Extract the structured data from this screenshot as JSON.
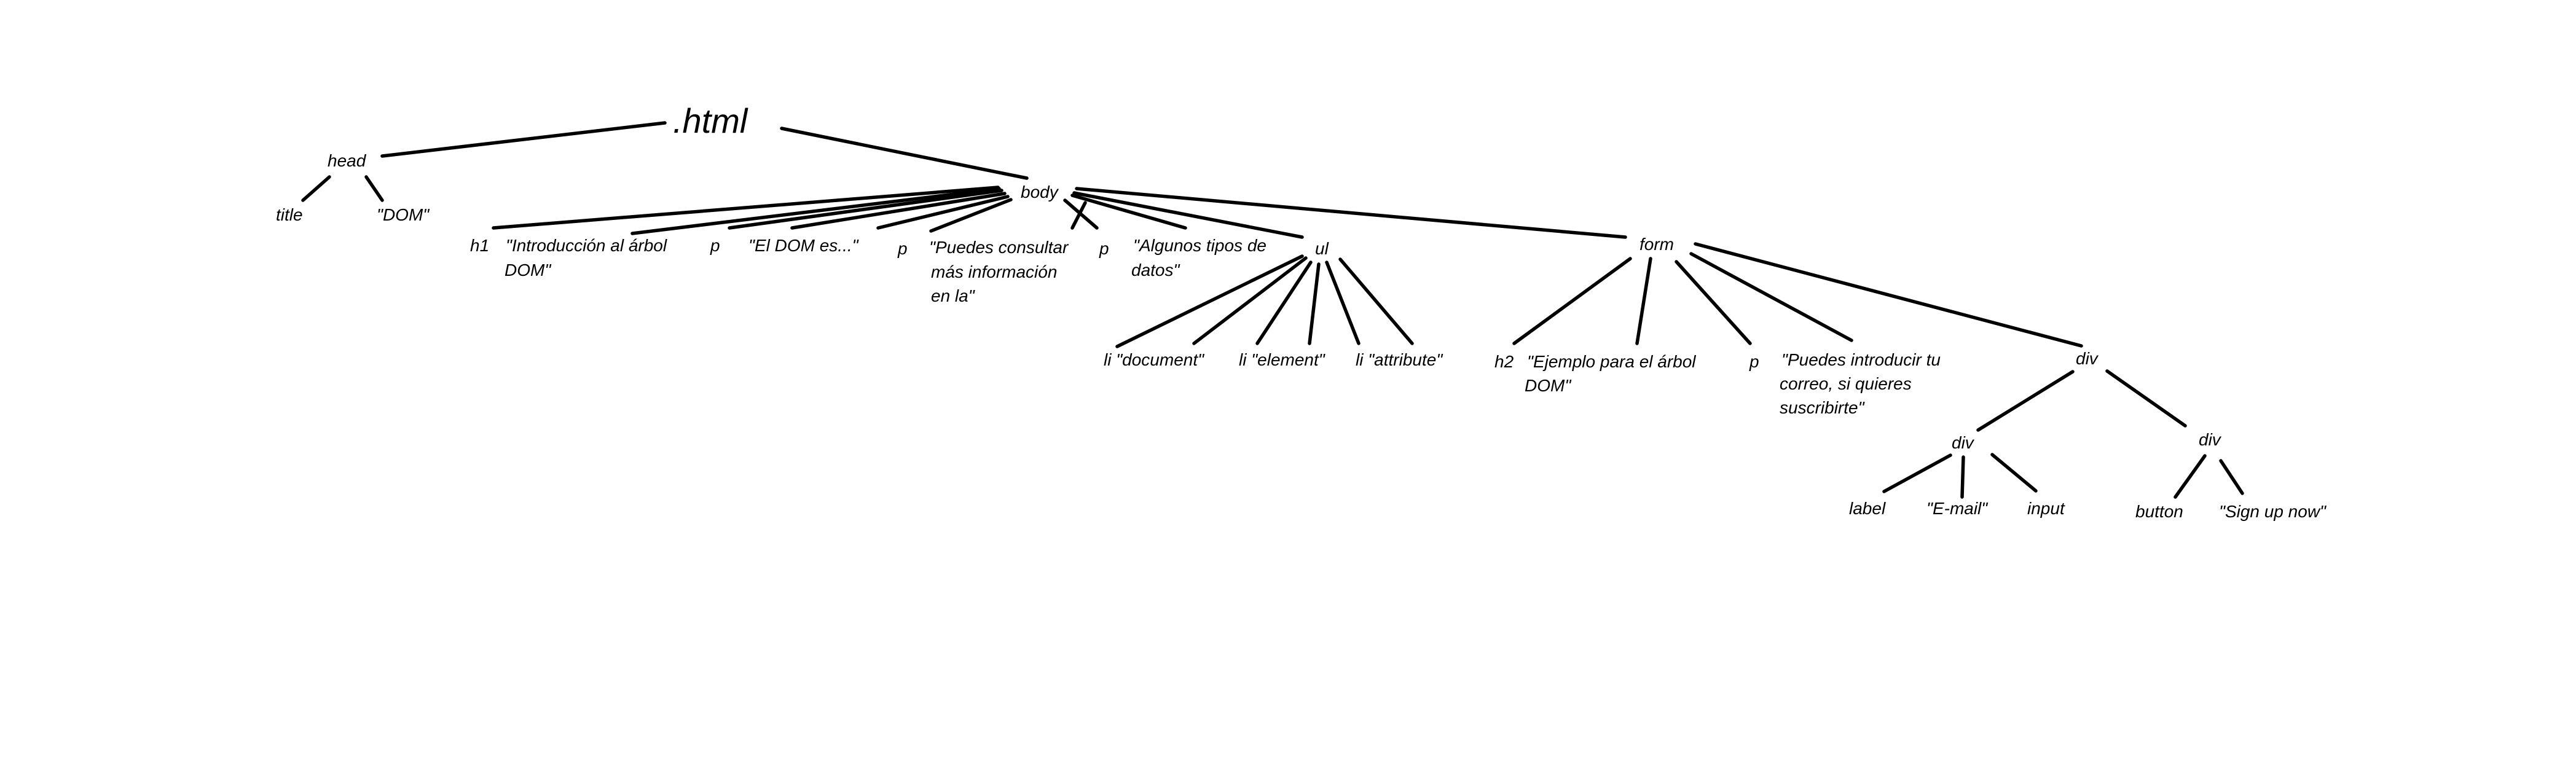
{
  "diagram": {
    "root": ".html",
    "head": {
      "label": "head",
      "children": [
        "title",
        "\"DOM\""
      ]
    },
    "body": {
      "label": "body",
      "h1": "h1",
      "h1_text": [
        "\"Introducción al árbol",
        "DOM\""
      ],
      "p1": "p",
      "p1_text": "\"El DOM es...\"",
      "p2": "p",
      "p2_text": [
        "\"Puedes consultar",
        "más información",
        "en la\""
      ],
      "p3": "p",
      "p3_text": [
        "\"Algunos tipos de",
        "datos\""
      ],
      "ul": {
        "label": "ul",
        "items": [
          "li \"document\"",
          "li \"element\"",
          "li \"attribute\""
        ]
      },
      "form": {
        "label": "form",
        "h2": "h2",
        "h2_text": [
          "\"Ejemplo para el árbol",
          "DOM\""
        ],
        "p": "p",
        "p_text": [
          "\"Puedes introducir tu",
          "correo, si quieres",
          "suscribirte\""
        ],
        "div": {
          "label": "div",
          "div_a": {
            "label": "div",
            "children": [
              "label",
              "\"E-mail\"",
              "input"
            ]
          },
          "div_b": {
            "label": "div",
            "children": [
              "button",
              "\"Sign up now\""
            ]
          }
        }
      }
    }
  }
}
